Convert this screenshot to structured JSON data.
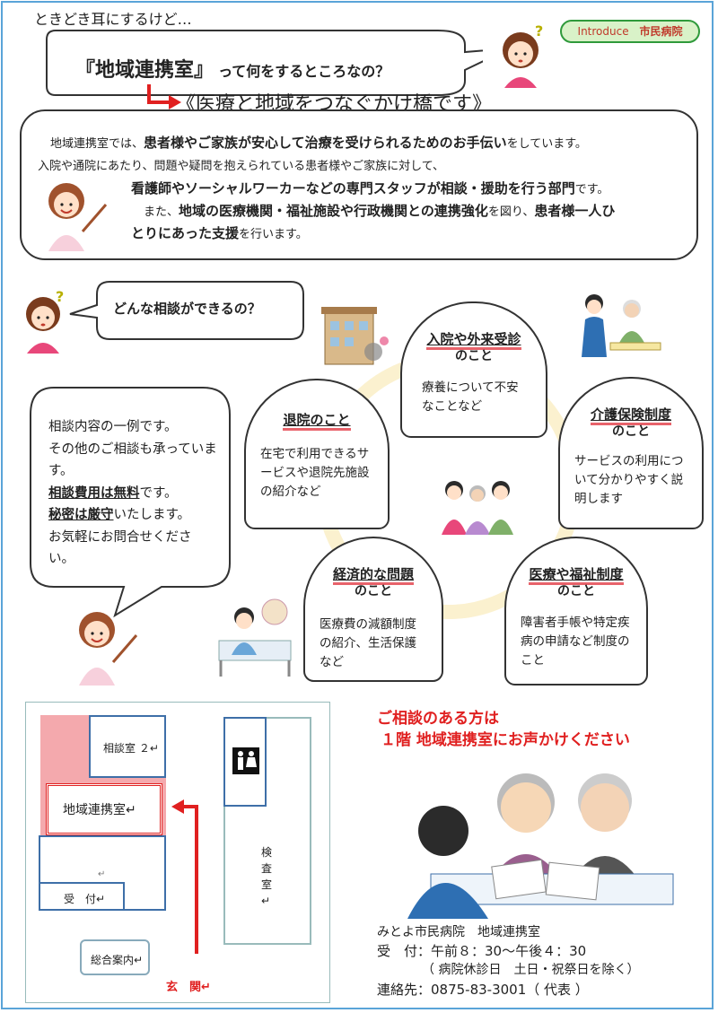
{
  "header": {
    "lead": "ときどき耳にするけど…",
    "question_title": "『地域連携室』",
    "question_rest": "って何をするところなの？",
    "answer": "《医療と地域をつなぐかけ橋です》",
    "badge_left": "Introduce",
    "badge_right": "市民病院"
  },
  "intro": {
    "l1_pre": "地域連携室では、",
    "l1_bold": "患者様やご家族が安心して治療を受けられるためのお手伝い",
    "l1_post": "をしています。",
    "l2": "入院や通院にあたり、問題や疑問を抱えられている患者様やご家族に対して、",
    "l3_bold": "看護師やソーシャルワーカーなどの専門スタッフが相談・援助を行う部門",
    "l3_post": "です。",
    "l4_pre": "また、",
    "l4_bold1": "地域の医療機関・福祉施設や行政機関との連携強化",
    "l4_mid": "を図り、",
    "l4_bold2": "患者様一人ひ",
    "l5_bold": "とりにあった支援",
    "l5_post": "を行います。"
  },
  "consult": {
    "question": "どんな相談ができるの？",
    "note_l1": "相談内容の一例です。",
    "note_l2": "その他のご相談も承っています。",
    "note_free_u": "相談費用は無料",
    "note_free_post": "です。",
    "note_secret_u": "秘密は厳守",
    "note_secret_post": "いたします。",
    "note_l5": "お気軽にお問合せください。"
  },
  "topics": [
    {
      "title1": "入院や外来受診",
      "title2": "のこと",
      "body": "療養について不安なことなど"
    },
    {
      "title1": "退院のこと",
      "title2": "",
      "body": "在宅で利用できるサービスや退院先施設の紹介など"
    },
    {
      "title1": "介護保険制度",
      "title2": "のこと",
      "body": "サービスの利用について分かりやすく説明します"
    },
    {
      "title1": "経済的な問題",
      "title2": "のこと",
      "body": "医療費の減額制度の紹介、生活保護など"
    },
    {
      "title1": "医療や福祉制度",
      "title2": "のこと",
      "body": "障害者手帳や特定疾病の申請など制度のこと"
    }
  ],
  "map": {
    "room1": "相談室 ２↵",
    "room_main": "地域連携室↵",
    "reception": "受　付↵",
    "blank": "↵",
    "info": "総合案内↵",
    "exam": "検査室↵",
    "entrance": "玄　関↵"
  },
  "contact": {
    "call1": "ご相談のある方は",
    "call2": "１階 地域連携室にお声かけください",
    "name": "みとよ市民病院　地域連携室",
    "hours": "受　付：午前８：30～午後４：30",
    "closed": "（ 病院休診日　土日・祝祭日を除く）",
    "phone": "連絡先：0875-83-3001（ 代表 ）"
  },
  "colors": {
    "accent_red": "#e02020",
    "arch_underline": "#e8636b",
    "frame_blue": "#5aa4d8",
    "badge_green": "#2f9a3b"
  }
}
